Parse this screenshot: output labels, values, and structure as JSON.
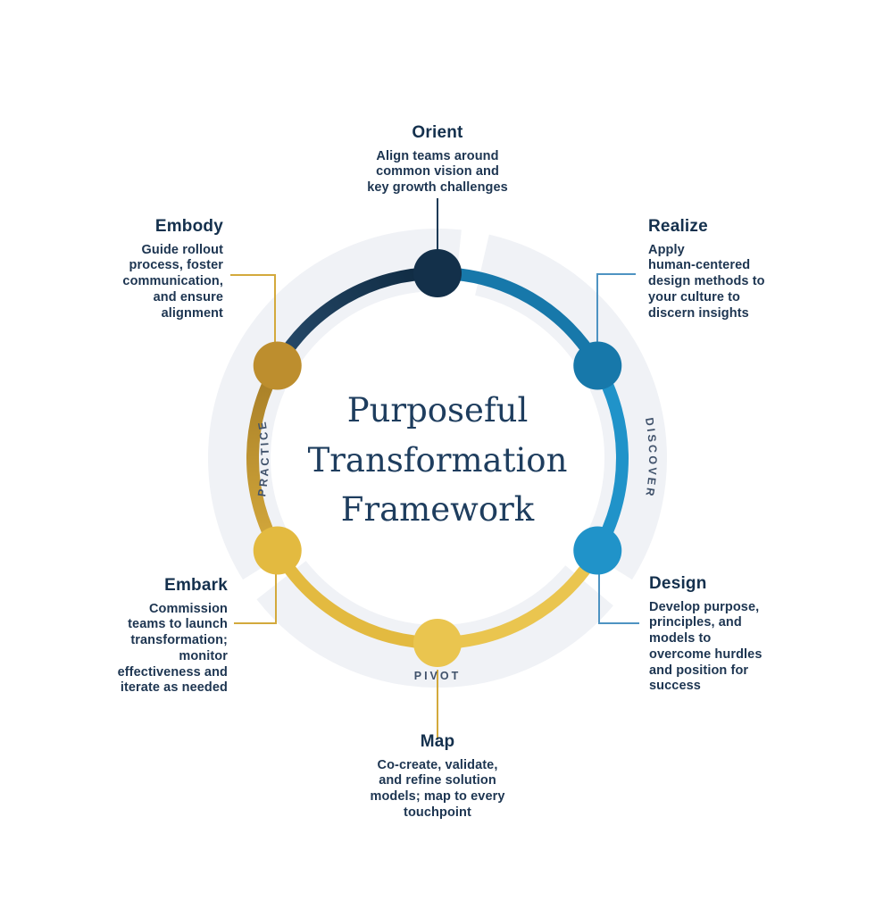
{
  "center": {
    "title": "Purposeful\nTransformation\nFramework"
  },
  "ring_labels": {
    "discover": "DISCOVER",
    "pivot": "PIVOT",
    "practice": "PRACTICE"
  },
  "stages": [
    {
      "name": "Orient",
      "description": "Align teams around\ncommon vision and\nkey growth challenges"
    },
    {
      "name": "Realize",
      "description": "Apply\nhuman-centered\ndesign methods to\nyour culture to\ndiscern insights"
    },
    {
      "name": "Design",
      "description": "Develop purpose,\nprinciples, and\nmodels to\novercome hurdles\nand position for\nsuccess"
    },
    {
      "name": "Map",
      "description": "Co-create, validate,\nand refine solution\nmodels; map to every\ntouchpoint"
    },
    {
      "name": "Embark",
      "description": "Commission\nteams to launch\ntransformation;\nmonitor\neffectiveness and\niterate as needed"
    },
    {
      "name": "Embody",
      "description": "Guide rollout\nprocess, foster\ncommunication,\nand ensure\nalignment"
    }
  ],
  "colors": {
    "navy": "#13304a",
    "blue": "#1778aa",
    "light_blue": "#2093c9",
    "gold_light": "#eac54f",
    "gold": "#e3ba40",
    "gold_dark": "#bd8e2e",
    "ring_background": "#f0f2f6",
    "text": "#1d3551",
    "connector_blue": "#4e93c2",
    "connector_gold": "#d3a93c",
    "connector_navy": "#1d3a56"
  }
}
